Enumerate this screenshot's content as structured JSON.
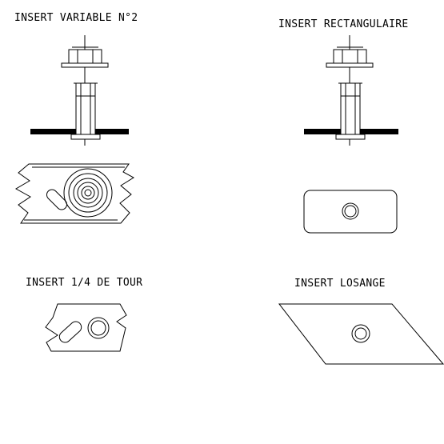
{
  "panels": {
    "top_left": {
      "title": "INSERT VARIABLE N°2"
    },
    "top_right": {
      "title": "INSERT RECTANGULAIRE"
    },
    "bottom_left": {
      "title": "INSERT 1/4 DE TOUR"
    },
    "bottom_right": {
      "title": "INSERT LOSANGE"
    }
  }
}
